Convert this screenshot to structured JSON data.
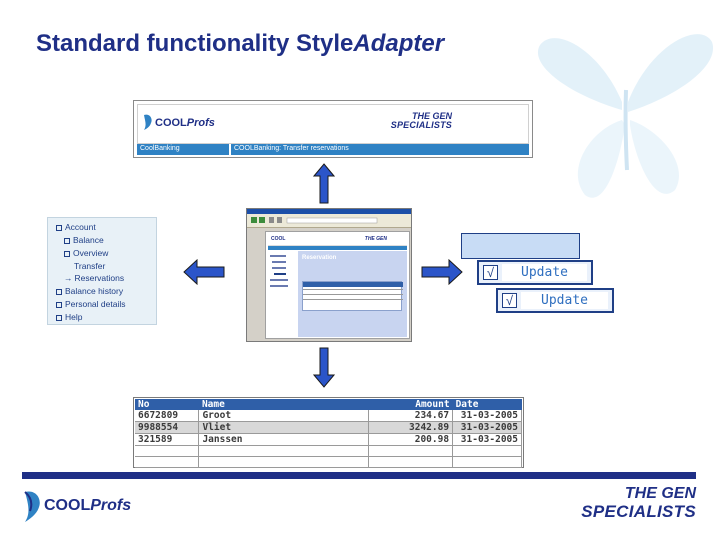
{
  "slide": {
    "title_main": "Standard functionality Style",
    "title_italic": "Adapter"
  },
  "header_panel": {
    "logo_cool": "COOL",
    "logo_profs": "Profs",
    "gen_line1": "THE GEN",
    "gen_line2": "SPECIALISTS",
    "tab_left": "CoolBanking",
    "tab_right": "COOLBanking: Transfer reservations"
  },
  "menu": {
    "items": [
      {
        "label": "Account",
        "icon": "collapse-box-icon"
      },
      {
        "label": "Balance",
        "icon": "box-icon"
      },
      {
        "label": "Overview",
        "icon": "box-icon"
      },
      {
        "label": "Transfer",
        "icon": ""
      },
      {
        "label": "Reservations",
        "icon": "arrow-icon"
      },
      {
        "label": "Balance history",
        "icon": "box-icon"
      },
      {
        "label": "Personal details",
        "icon": "box-icon"
      },
      {
        "label": "Help",
        "icon": "box-icon"
      }
    ]
  },
  "browser": {
    "heading": "Reservation"
  },
  "update": {
    "button1_label": "Update",
    "button2_label": "Update",
    "check_glyph": "√"
  },
  "table": {
    "headers": [
      "No",
      "Name",
      "Amount",
      "Date"
    ],
    "rows": [
      {
        "no": "6672809",
        "name": "Groot",
        "amount": "234.67",
        "date": "31-03-2005"
      },
      {
        "no": "9988554",
        "name": "Vliet",
        "amount": "3242.89",
        "date": "31-03-2005"
      },
      {
        "no": "321589",
        "name": "Janssen",
        "amount": "200.98",
        "date": "31-03-2005"
      }
    ]
  },
  "footer": {
    "logo_cool": "COOL",
    "logo_profs": "Profs",
    "gen_line1": "THE GEN",
    "gen_line2": "SPECIALISTS"
  },
  "colors": {
    "brand_navy": "#1f2f86",
    "accent_blue": "#2f82c4",
    "arrow_blue": "#2b55c9"
  }
}
